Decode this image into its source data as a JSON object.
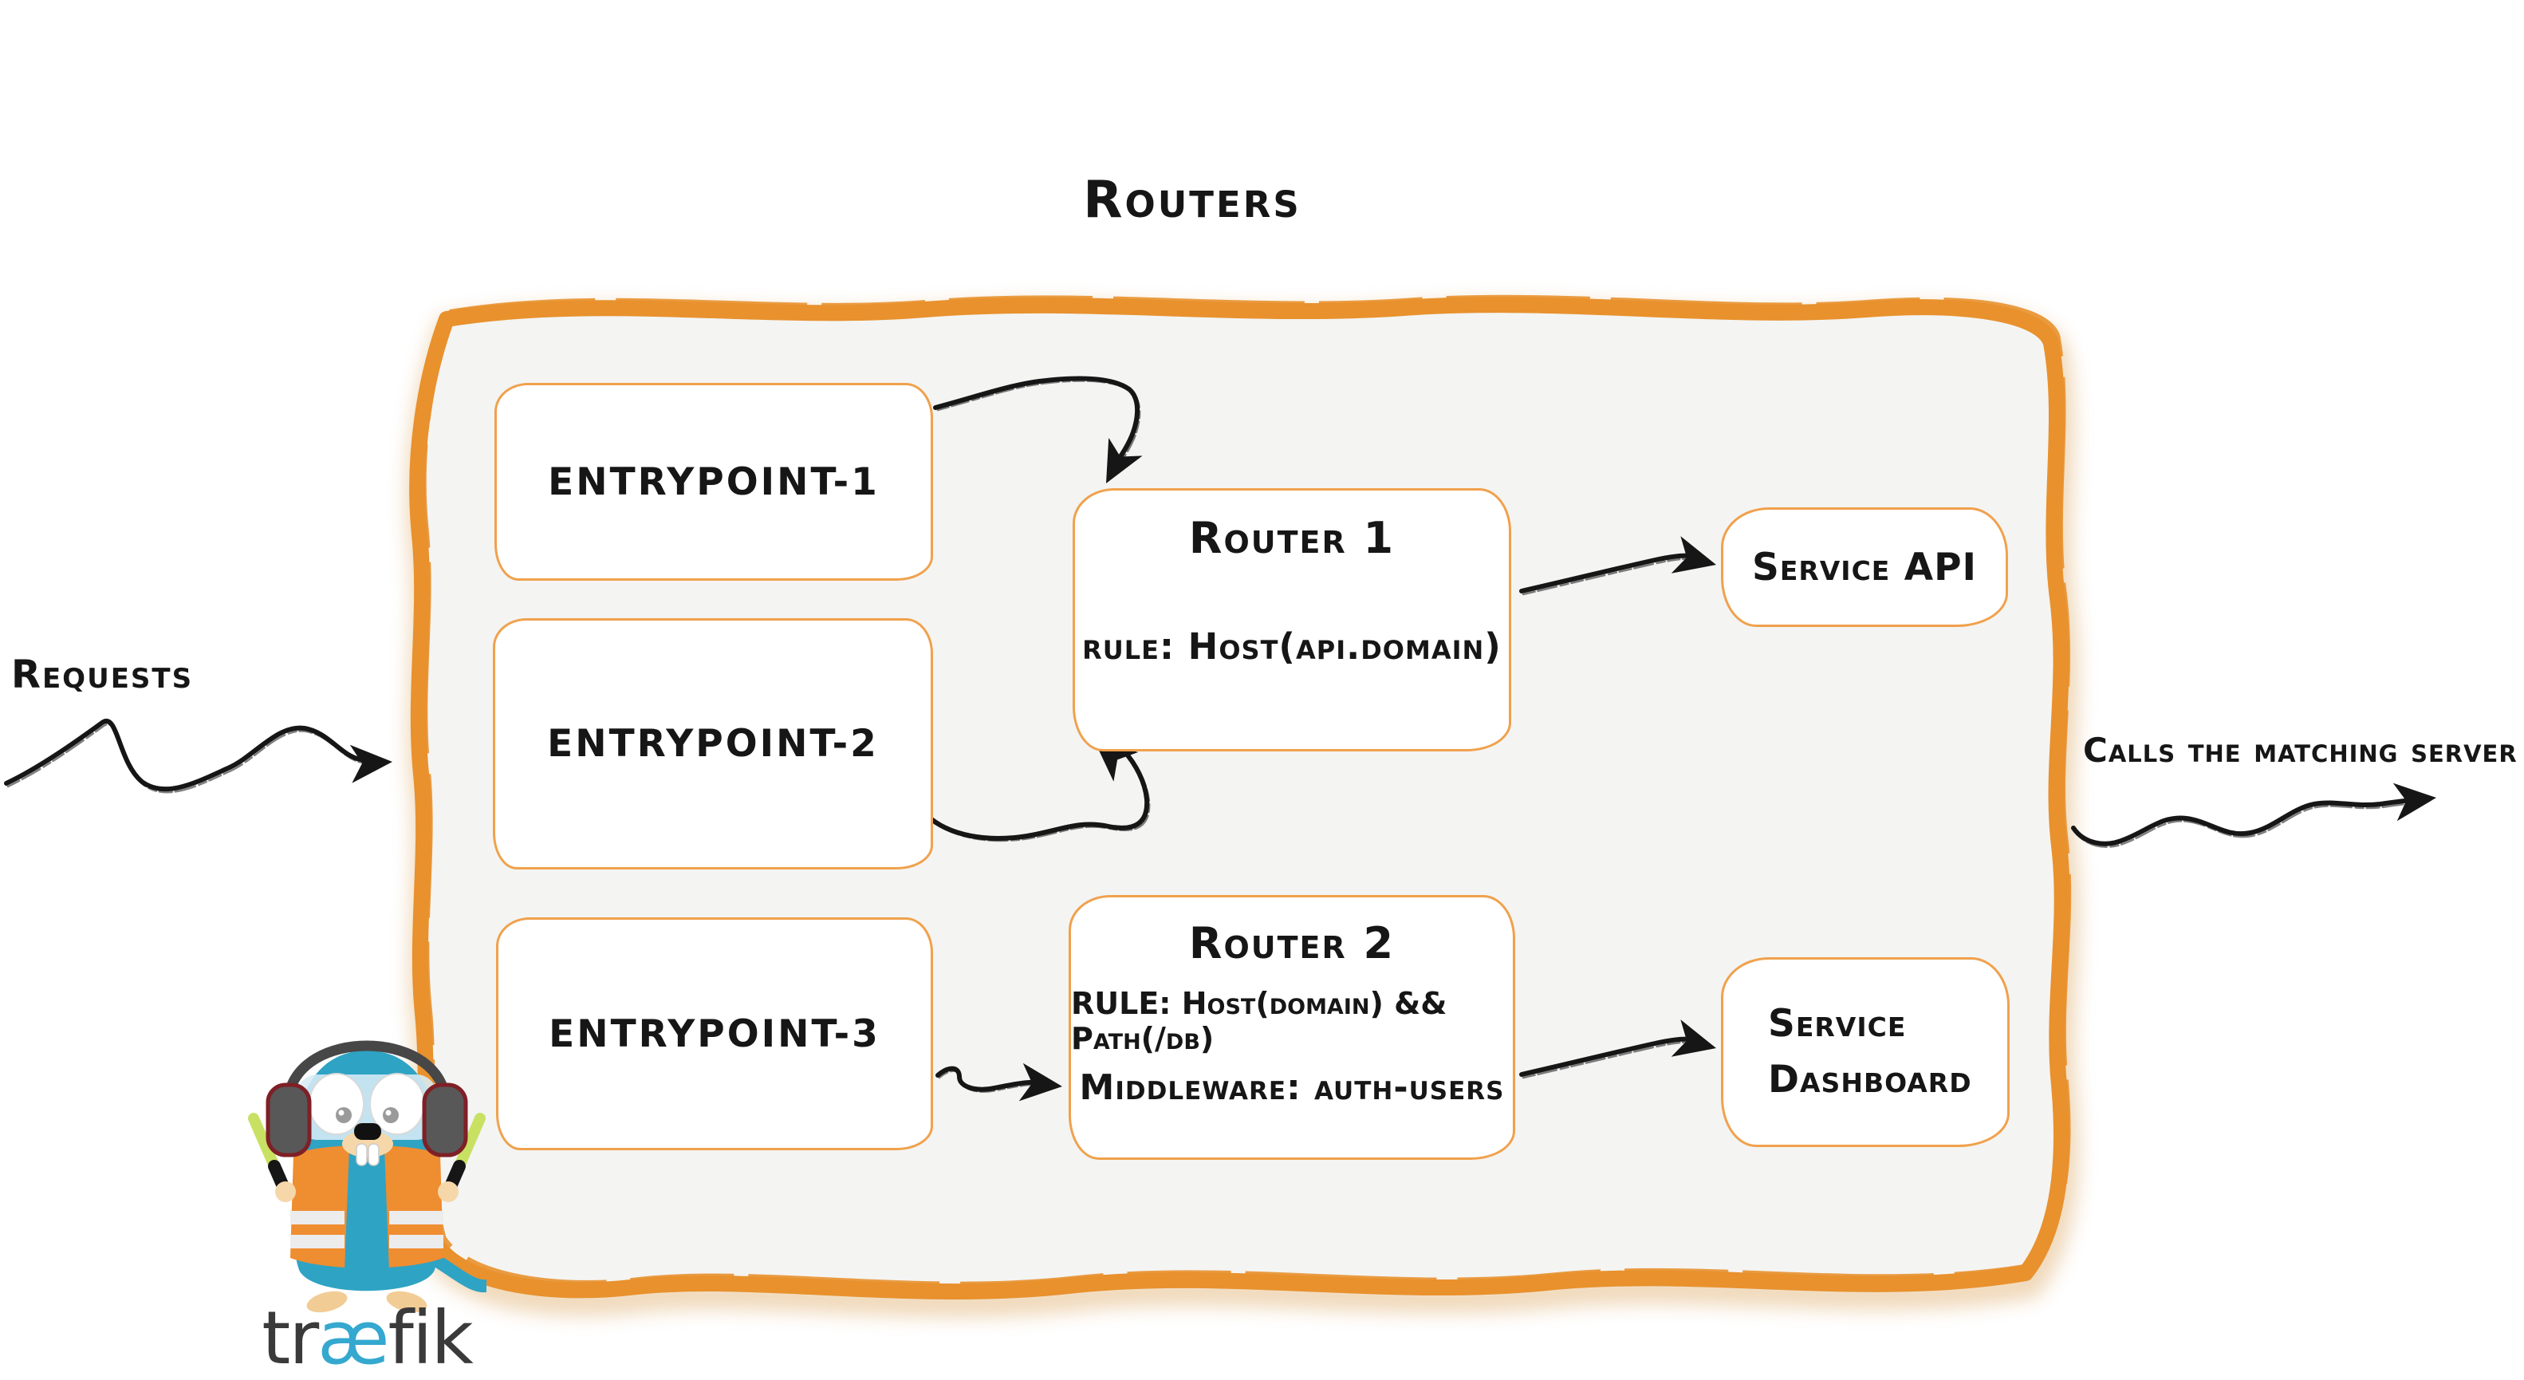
{
  "title": "Routers",
  "annotations": {
    "requests": "Requests",
    "calls_server": "Calls the matching server"
  },
  "entrypoints": [
    {
      "label": "entrypoint-1"
    },
    {
      "label": "entrypoint-2"
    },
    {
      "label": "entrypoint-3"
    }
  ],
  "routers": [
    {
      "name": "Router 1",
      "rule": "rule: Host(api.domain)"
    },
    {
      "name": "Router 2",
      "rule": "RULE: Host(domain) && Path(/db)",
      "middleware": "Middleware: auth-users"
    }
  ],
  "services": [
    {
      "label": "Service API"
    },
    {
      "label": "Service Dashboard"
    }
  ],
  "logo": {
    "prefix": "tr",
    "ligature": "æ",
    "suffix": "fik"
  },
  "colors": {
    "frame_orange": "#E8912D",
    "box_border_orange": "#F0A14C",
    "panel_gray": "#F4F4F3",
    "ink_black": "#161616",
    "gopher_teal": "#2EA3C4",
    "logo_teal": "#35A8CF",
    "vest_orange": "#EF8D31",
    "baton_green": "#C9E163"
  }
}
